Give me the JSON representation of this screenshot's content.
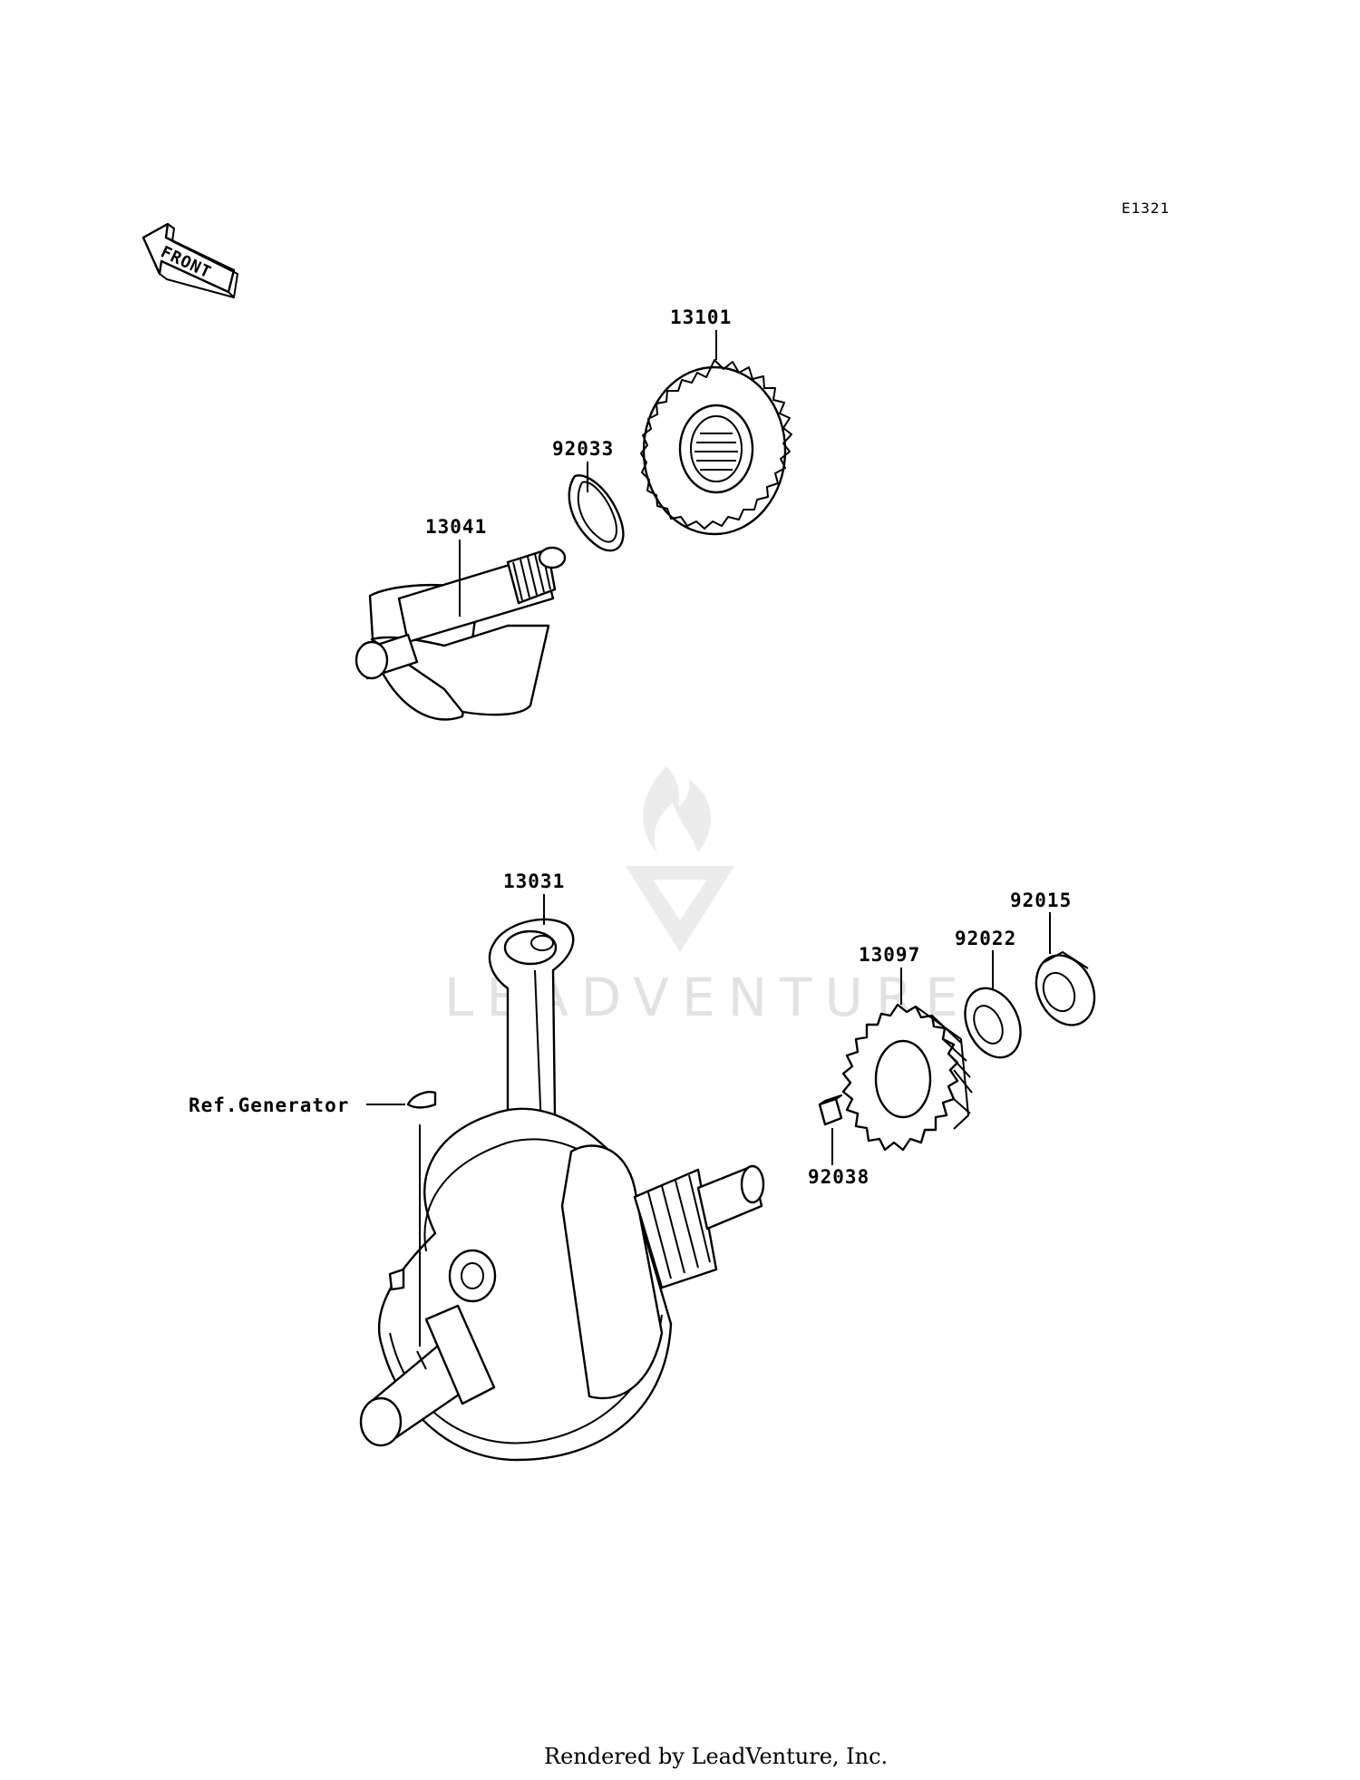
{
  "diagram_code": "E1321",
  "front_label": "FRONT",
  "parts": {
    "p13101": "13101",
    "p92033": "92033",
    "p13041": "13041",
    "p13031": "13031",
    "p13097": "13097",
    "p92022": "92022",
    "p92015": "92015",
    "p92038": "92038",
    "ref_generator": "Ref.Generator"
  },
  "watermark": "LEADVENTURE",
  "footer": "Rendered by LeadVenture, Inc."
}
